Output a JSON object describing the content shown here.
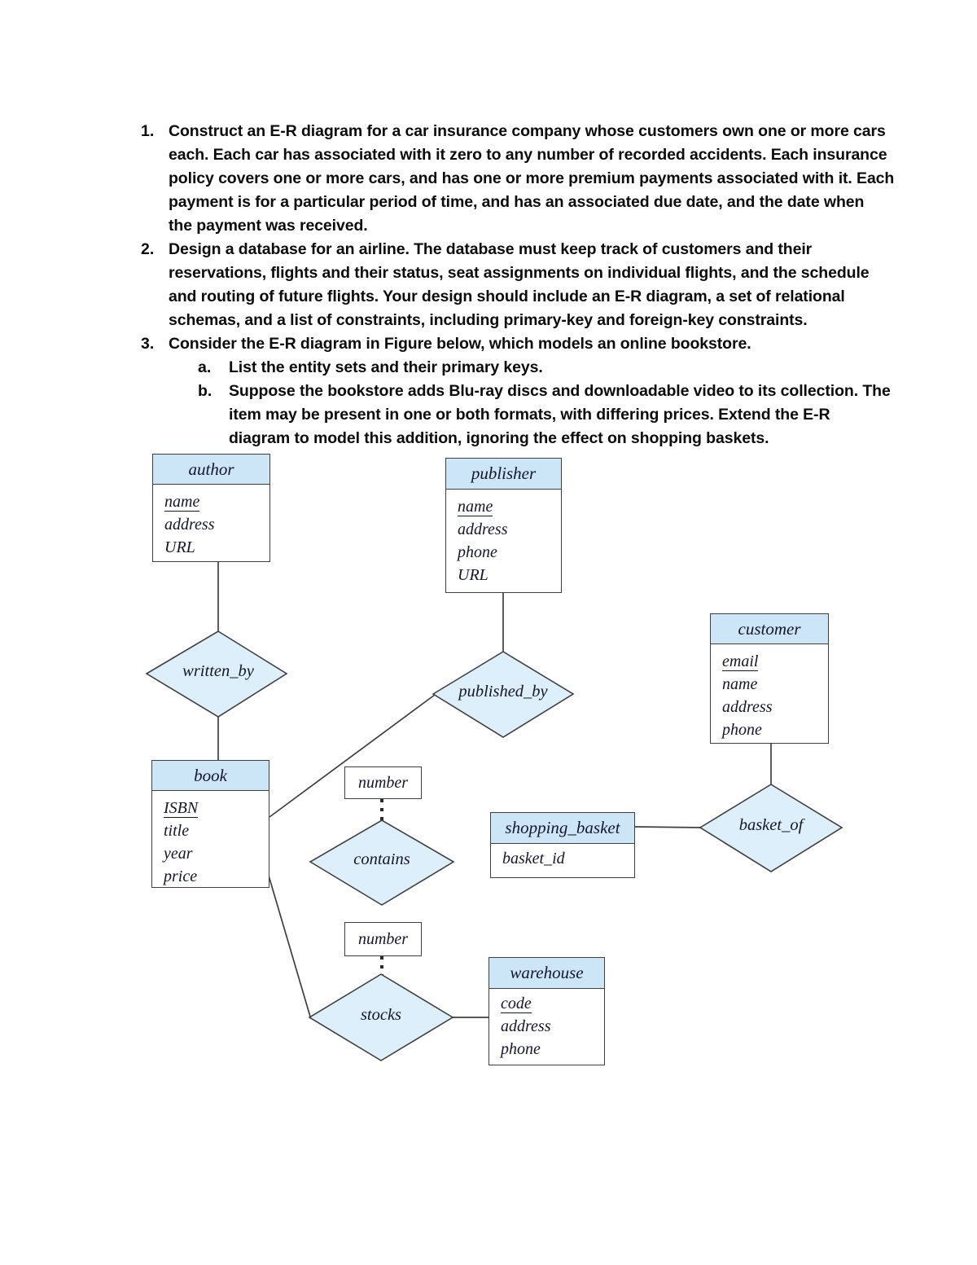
{
  "questions": [
    {
      "num": "1.",
      "lines": [
        "Construct an E-R diagram for a car insurance company whose customers own one or more cars",
        "each. Each car has associated with it zero to any number of recorded accidents. Each insurance",
        "policy covers one or more cars, and has one or more premium payments associated with it. Each",
        "payment is for a particular period of time, and has an associated due date, and the date when",
        "the payment was received."
      ]
    },
    {
      "num": "2.",
      "lines": [
        "Design a database for an airline. The database must keep track of customers and their",
        "reservations, flights and their status, seat assignments on individual flights, and the schedule",
        "and routing of future flights.  Your design should include an E-R diagram, a set of relational",
        "schemas, and a list of constraints, including primary-key and foreign-key constraints."
      ]
    },
    {
      "num": "3.",
      "lines": [
        "Consider the E-R diagram in Figure below, which models an online bookstore."
      ],
      "subitems": [
        {
          "letter": "a.",
          "lines": [
            "List the entity sets and their primary keys."
          ]
        },
        {
          "letter": "b.",
          "lines": [
            "Suppose the bookstore adds Blu-ray discs and downloadable video to its collection. The",
            "item may be present in one or both formats, with differing prices. Extend the E-R",
            "diagram to model this addition, ignoring the effect on shopping baskets."
          ]
        }
      ]
    }
  ],
  "diagram": {
    "colors": {
      "entity_header_fill": "#cde6f7",
      "diamond_fill": "#ddeffa",
      "border": "#3f3f3f",
      "text": "#15152e"
    },
    "entities": [
      {
        "id": "author",
        "title": "author",
        "attributes": [
          {
            "name": "name",
            "key": true
          },
          {
            "name": "address"
          },
          {
            "name": "URL"
          }
        ]
      },
      {
        "id": "publisher",
        "title": "publisher",
        "attributes": [
          {
            "name": "name",
            "key": true
          },
          {
            "name": "address"
          },
          {
            "name": "phone"
          },
          {
            "name": "URL"
          }
        ]
      },
      {
        "id": "customer",
        "title": "customer",
        "attributes": [
          {
            "name": "email",
            "key": true
          },
          {
            "name": "name"
          },
          {
            "name": "address"
          },
          {
            "name": "phone"
          }
        ]
      },
      {
        "id": "book",
        "title": "book",
        "attributes": [
          {
            "name": "ISBN",
            "key": true
          },
          {
            "name": "title"
          },
          {
            "name": "year"
          },
          {
            "name": "price"
          }
        ]
      },
      {
        "id": "shopping_basket",
        "title": "shopping_basket",
        "attributes": [
          {
            "name": "basket_id",
            "key": false
          }
        ]
      },
      {
        "id": "warehouse",
        "title": "warehouse",
        "attributes": [
          {
            "name": "code",
            "key": true
          },
          {
            "name": "address"
          },
          {
            "name": "phone"
          }
        ]
      }
    ],
    "relationships": [
      {
        "id": "written_by",
        "label": "written_by"
      },
      {
        "id": "published_by",
        "label": "published_by"
      },
      {
        "id": "basket_of",
        "label": "basket_of"
      },
      {
        "id": "contains",
        "label": "contains"
      },
      {
        "id": "stocks",
        "label": "stocks"
      }
    ],
    "attribute_boxes": [
      {
        "id": "number-contains",
        "label": "number"
      },
      {
        "id": "number-stocks",
        "label": "number"
      }
    ]
  }
}
